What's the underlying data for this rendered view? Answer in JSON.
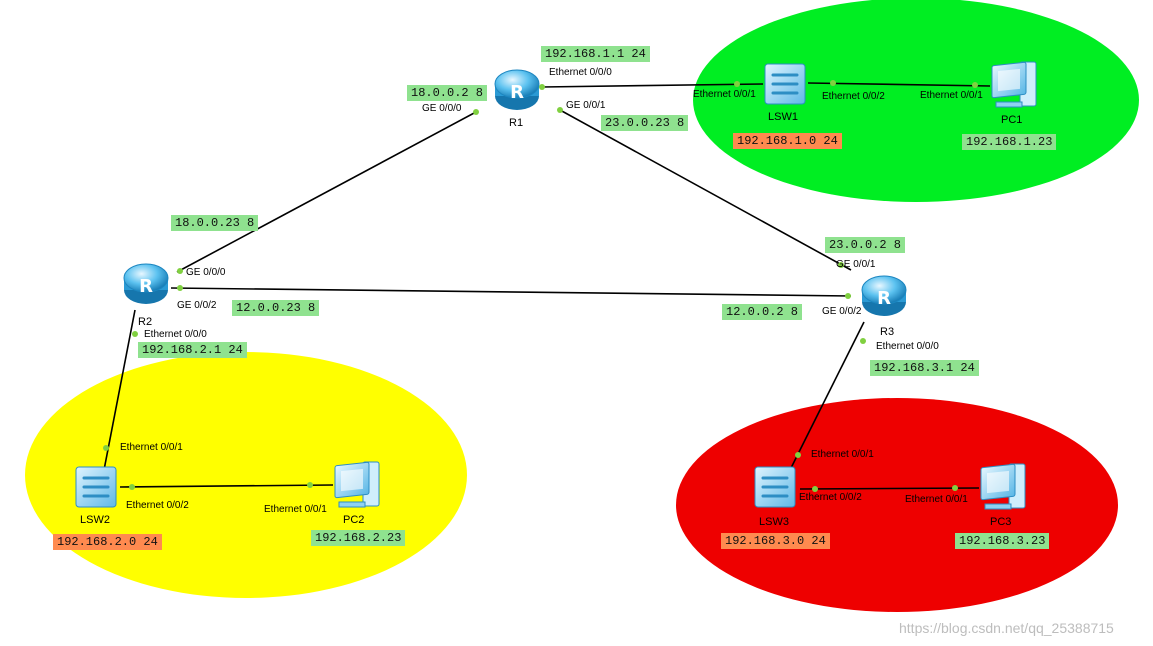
{
  "devices": {
    "R1": "R1",
    "R2": "R2",
    "R3": "R3",
    "LSW1": "LSW1",
    "LSW2": "LSW2",
    "LSW3": "LSW3",
    "PC1": "PC1",
    "PC2": "PC2",
    "PC3": "PC3"
  },
  "ips": {
    "r1_e000": "192.168.1.1 24",
    "r1_g000": "18.0.0.2 8",
    "r1_g001": "23.0.0.23 8",
    "r2_g000": "18.0.0.23 8",
    "r2_g002": "12.0.0.23 8",
    "r2_e000": "192.168.2.1 24",
    "r3_g001": "23.0.0.2 8",
    "r3_g002": "12.0.0.2 8",
    "r3_e000": "192.168.3.1 24",
    "net1": "192.168.1.0 24",
    "pc1": "192.168.1.23",
    "net2": "192.168.2.0 24",
    "pc2": "192.168.2.23",
    "net3": "192.168.3.0 24",
    "pc3": "192.168.3.23"
  },
  "ports": {
    "r1_e000": "Ethernet 0/0/0",
    "r1_g000": "GE 0/0/0",
    "r1_g001": "GE 0/0/1",
    "lsw1_e1": "Ethernet 0/0/1",
    "lsw1_e2": "Ethernet 0/0/2",
    "pc1_e1": "Ethernet 0/0/1",
    "r2_g000": "GE 0/0/0",
    "r2_g002": "GE 0/0/2",
    "r2_e000": "Ethernet 0/0/0",
    "lsw2_e1": "Ethernet 0/0/1",
    "lsw2_e2": "Ethernet 0/0/2",
    "pc2_e1": "Ethernet 0/0/1",
    "r3_g001": "GE 0/0/1",
    "r3_g002": "GE 0/0/2",
    "r3_e000": "Ethernet 0/0/0",
    "lsw3_e1": "Ethernet 0/0/1",
    "lsw3_e2": "Ethernet 0/0/2",
    "pc3_e1": "Ethernet 0/0/1"
  },
  "zone_colors": {
    "net1": "#00ee22",
    "net2": "#ffff00",
    "net3": "#ee0000"
  },
  "watermark": "https://blog.csdn.net/qq_25388715"
}
